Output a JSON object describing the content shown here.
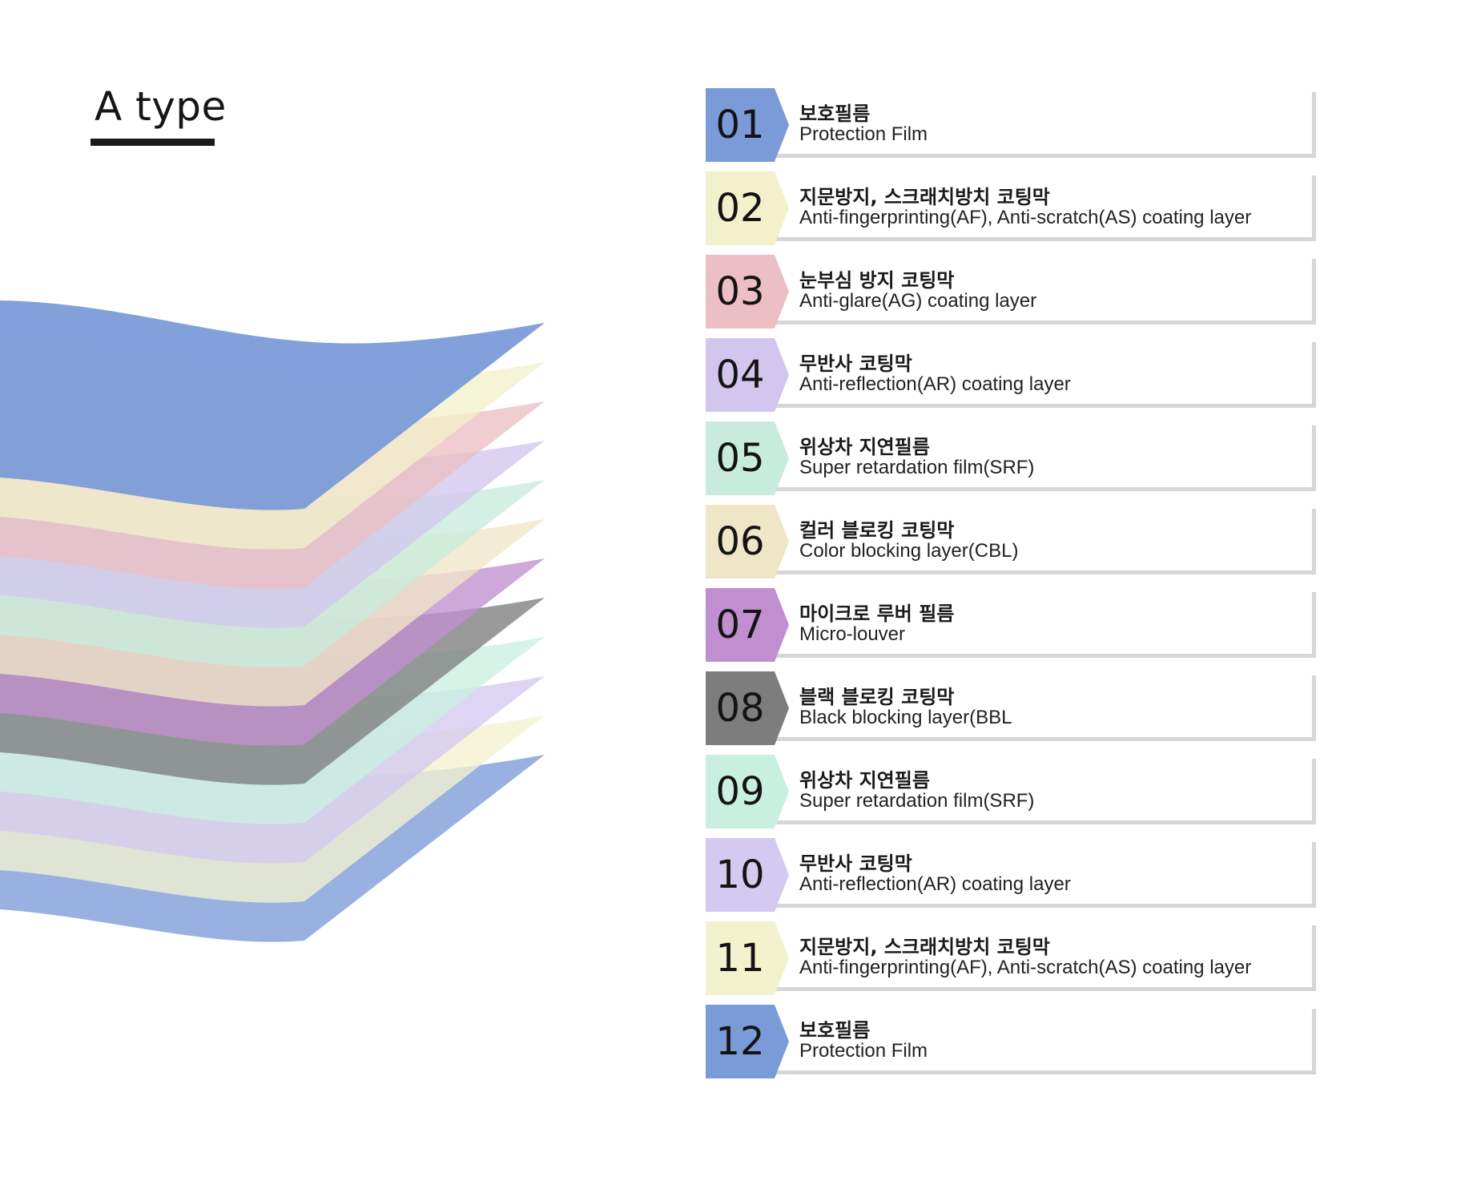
{
  "title": "A type",
  "colors": {
    "blue": "#7b9bd8",
    "yellow": "#f2f1cc",
    "pink": "#ebbfc3",
    "lavender": "#d2c6ee",
    "mint": "#c8ecdc",
    "beige": "#efe5c7",
    "purple": "#c18fcf",
    "gray": "#7d7d7d",
    "mint2": "#c9efe0",
    "lavender2": "#d4c9f0",
    "yellow2": "#f3f2cf",
    "blue2": "#7b9bd8"
  },
  "layers": [
    {
      "num": "01",
      "kr": "보호필름",
      "en": "Protection Film",
      "color": "#7b9bd8"
    },
    {
      "num": "02",
      "kr": "지문방지, 스크래치방치  코팅막",
      "en": "Anti-fingerprinting(AF),  Anti-scratch(AS) coating layer",
      "color": "#f2f1cc"
    },
    {
      "num": "03",
      "kr": "눈부심 방지 코팅막",
      "en": "Anti-glare(AG) coating layer",
      "color": "#ebbfc3"
    },
    {
      "num": "04",
      "kr": "무반사 코팅막",
      "en": "Anti-reflection(AR) coating layer",
      "color": "#d2c6ee"
    },
    {
      "num": "05",
      "kr": "위상차 지연필름",
      "en": "Super retardation film(SRF)",
      "color": "#c8ecdc"
    },
    {
      "num": "06",
      "kr": "컬러 블로킹 코팅막",
      "en": "Color blocking layer(CBL)",
      "color": "#efe5c7"
    },
    {
      "num": "07",
      "kr": "마이크로 루버 필름",
      "en": "Micro-louver",
      "color": "#c18fcf"
    },
    {
      "num": "08",
      "kr": "블랙 블로킹 코팅막",
      "en": "Black blocking layer(BBL",
      "color": "#7d7d7d"
    },
    {
      "num": "09",
      "kr": "위상차 지연필름",
      "en": "Super retardation film(SRF)",
      "color": "#c9efe0"
    },
    {
      "num": "10",
      "kr": "무반사 코팅막",
      "en": "Anti-reflection(AR) coating layer",
      "color": "#d4c9f0"
    },
    {
      "num": "11",
      "kr": "지문방지, 스크래치방치  코팅막",
      "en": "Anti-fingerprinting(AF),  Anti-scratch(AS) coating layer",
      "color": "#f3f2cf"
    },
    {
      "num": "12",
      "kr": "보호필름",
      "en": "Protection Film",
      "color": "#7b9bd8"
    }
  ]
}
